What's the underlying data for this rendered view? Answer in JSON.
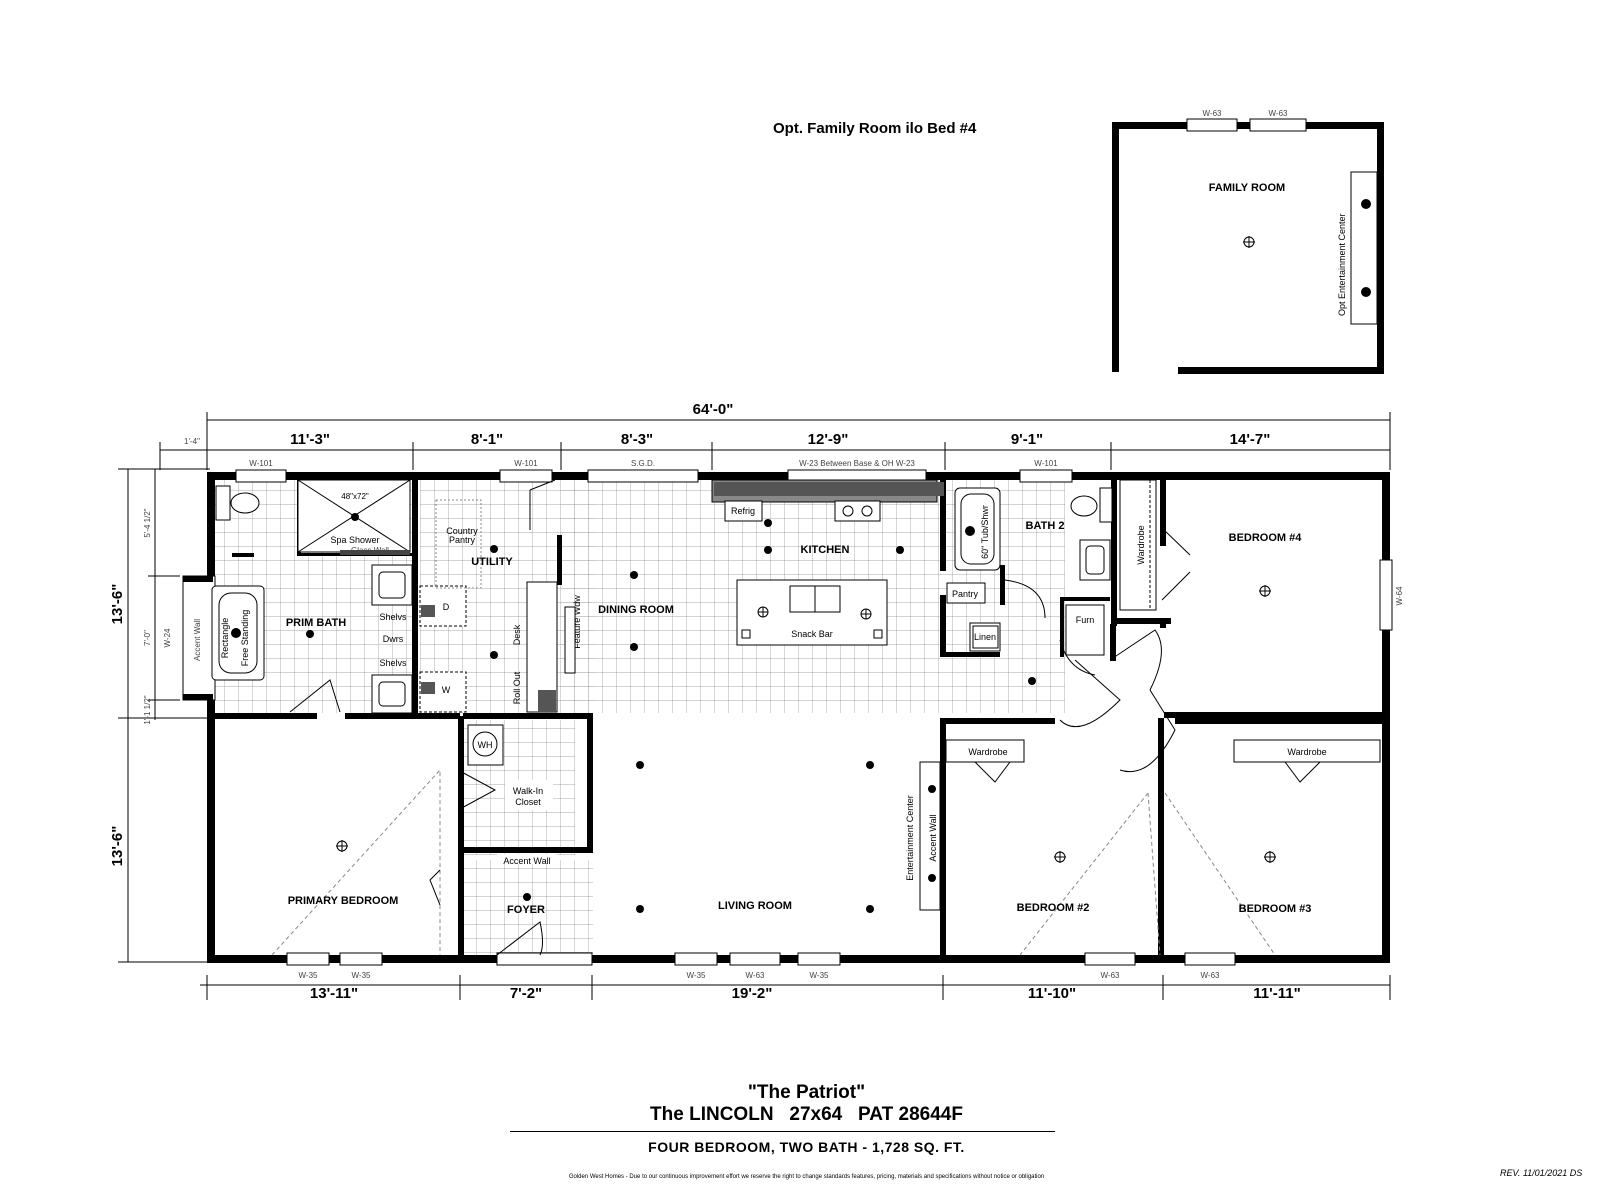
{
  "option": {
    "title": "Opt. Family Room ilo Bed #4",
    "room": "FAMILY ROOM",
    "entertainment": "Opt Entertainment Center",
    "windows": [
      "W-63",
      "W-63"
    ]
  },
  "dimensions": {
    "overall_width": "64'-0\"",
    "top": [
      "1'-4\"",
      "11'-3\"",
      "8'-1\"",
      "8'-3\"",
      "12'-9\"",
      "9'-1\"",
      "14'-7\""
    ],
    "bottom": [
      "13'-11\"",
      "7'-2\"",
      "19'-2\"",
      "11'-10\"",
      "11'-11\""
    ],
    "left_height": [
      "13'-6\"",
      "13'-6\""
    ],
    "left_small": [
      "5'-4 1/2\"",
      "7'-0\"",
      "1'-1 1/2\""
    ]
  },
  "rooms": {
    "prim_bath": "PRIM BATH",
    "utility": "UTILITY",
    "dining": "DINING ROOM",
    "kitchen": "KITCHEN",
    "bath2": "BATH 2",
    "bedroom4": "BEDROOM #4",
    "primary_bedroom": "PRIMARY BEDROOM",
    "foyer": "FOYER",
    "living": "LIVING ROOM",
    "bedroom2": "BEDROOM #2",
    "bedroom3": "BEDROOM #3"
  },
  "fixtures": {
    "shower_size": "48\"x72\"",
    "spa_shower": "Spa Shower",
    "glass_wall": "Glass Wall",
    "tub1": "Rectangle",
    "tub2": "Free Standing",
    "accent_wall": "Accent Wall",
    "shelvs": "Shelvs",
    "dwrs": "Dwrs",
    "country": "Country",
    "pantry": "Pantry",
    "roll_out": "Roll Out",
    "desk": "Desk",
    "feature_wdw": "Feature Wdw",
    "refrig": "Refrig",
    "snack_bar": "Snack Bar",
    "tub_shwr": "60\" Tub/Shwr",
    "linen": "Linen",
    "furn": "Furn",
    "wardrobe": "Wardrobe",
    "wh": "WH",
    "walk_in_1": "Walk-In",
    "walk_in_2": "Closet",
    "entertainment_center": "Entertainment Center",
    "sgd": "S.G.D.",
    "between": "W-23 Between Base & OH W-23",
    "d": "D",
    "w": "W"
  },
  "windows": {
    "w101": "W-101",
    "w24": "W-24",
    "w64": "W-64",
    "w35": "W-35",
    "w63": "W-63"
  },
  "title_block": {
    "name": "\"The Patriot\"",
    "model": "The LINCOLN   27x64   PAT 28644F",
    "description": "FOUR BEDROOM, TWO BATH - 1,728 SQ. FT.",
    "disclaimer": "Golden West Homes - Due to our continuous improvement effort we reserve the right to change standards features, pricing, materials and specifications without notice or obligation",
    "revision": "REV. 11/01/2021 DS"
  }
}
